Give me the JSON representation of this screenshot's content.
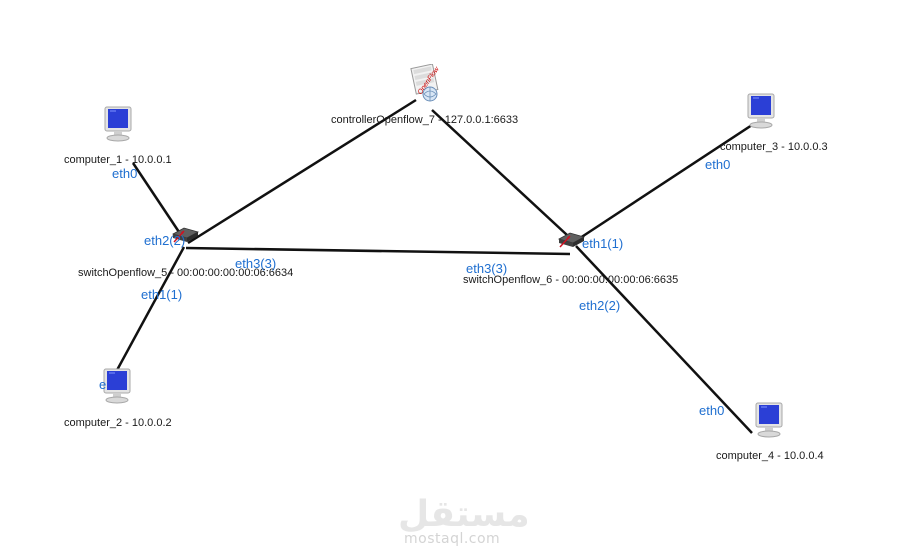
{
  "nodes": {
    "controller": {
      "label": "controllerOpenflow_7 - 127.0.0.1:6633",
      "icon": "openflow-controller-icon",
      "badge": "OpenFlow"
    },
    "switch5": {
      "label": "switchOpenflow_5 - 00:00:00:00:00:06:6634",
      "icon": "switch-icon"
    },
    "switch6": {
      "label": "switchOpenflow_6 - 00:00:00:00:00:06:6635",
      "icon": "switch-icon"
    },
    "computer1": {
      "label": "computer_1 - 10.0.0.1",
      "icon": "computer-icon"
    },
    "computer2": {
      "label": "computer_2 - 10.0.0.2",
      "icon": "computer-icon"
    },
    "computer3": {
      "label": "computer_3 - 10.0.0.3",
      "icon": "computer-icon"
    },
    "computer4": {
      "label": "computer_4 - 10.0.0.4",
      "icon": "computer-icon"
    }
  },
  "interfaces": {
    "c1_eth0": "eth0",
    "s5_eth2": "eth2(2)",
    "s5_eth3": "eth3(3)",
    "s5_eth1": "eth1(1)",
    "c2_eth": "e",
    "s6_eth3": "eth3(3)",
    "s6_eth1": "eth1(1)",
    "s6_eth2": "eth2(2)",
    "c3_eth0": "eth0",
    "c4_eth0": "eth0"
  },
  "links": [
    [
      "computer1",
      "switch5"
    ],
    [
      "computer2",
      "switch5"
    ],
    [
      "switch5",
      "switch6"
    ],
    [
      "switch5",
      "controller"
    ],
    [
      "controller",
      "switch6"
    ],
    [
      "switch6",
      "computer3"
    ],
    [
      "switch6",
      "computer4"
    ]
  ],
  "watermark": {
    "arabic": "مستقل",
    "site": "mostaql.com"
  },
  "colors": {
    "link": "#111111",
    "interface_label": "#1f6fd0",
    "monitor": "#2b3fd6"
  }
}
